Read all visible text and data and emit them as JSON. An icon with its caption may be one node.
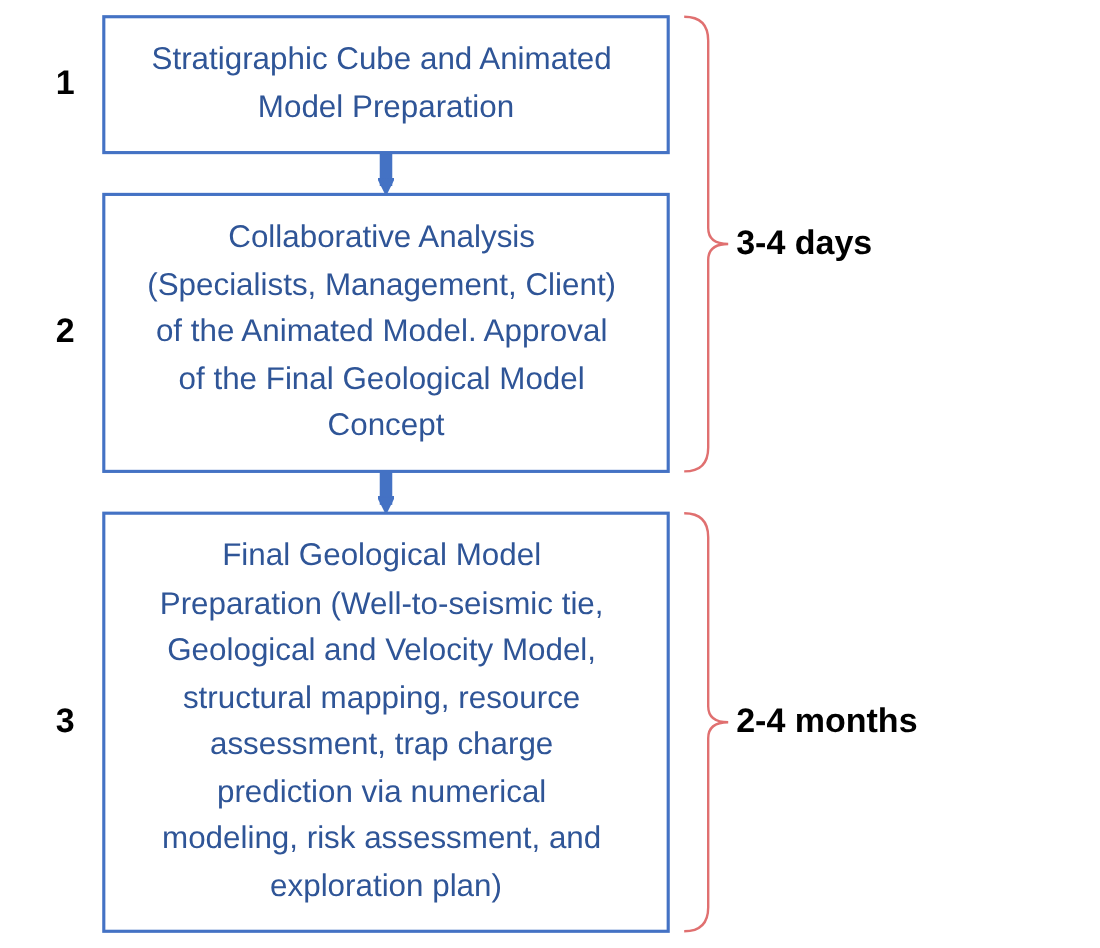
{
  "diagram": {
    "nodes": [
      {
        "text": [
          "Stratigraphic Cube and Animated Model Preparation"
        ],
        "beside": [
          "1"
        ]
      },
      {
        "text": [
          "Collaborative Analysis (Specialists, Management, Client) of the Animated Model. Approval of the Final Geological Model Concept"
        ],
        "beside": [
          "2"
        ]
      },
      {
        "text": [
          "Final Geological Model Preparation (Well-to-seismic tie, Geological and Velocity Model, structural mapping, resource assessment, trap charge prediction via numerical modeling, risk assessment, and exploration plan)"
        ],
        "beside": [
          "3"
        ]
      }
    ],
    "edges": [
      {
        "from": 0,
        "to": 1,
        "arrow": "to"
      },
      {
        "from": 1,
        "to": 2,
        "arrow": "to"
      }
    ],
    "labels": [
      "3-4 days",
      "2-4 months"
    ]
  }
}
